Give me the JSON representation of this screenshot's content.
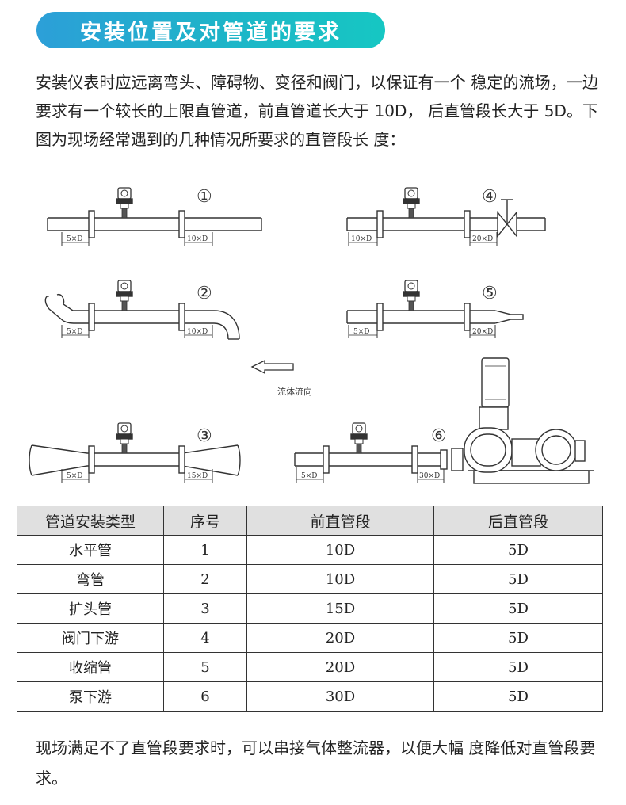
{
  "banner": {
    "title": "安装位置及对管道的要求"
  },
  "intro": {
    "text": "安装仪表时应远离弯头、障碍物、变径和阀门，以保证有一个 稳定的流场，一边要求有一个较长的上限直管道，前直管道长大于 10D， 后直管段长大于 5D。下图为现场经常遇到的几种情况所要求的直管段长 度："
  },
  "diagram": {
    "flow_label": "流体流向",
    "cases": [
      {
        "marker": "①",
        "left": "5×D",
        "right": "10×D"
      },
      {
        "marker": "②",
        "left": "5×D",
        "right": "10×D"
      },
      {
        "marker": "③",
        "left": "5×D",
        "right": "15×D"
      },
      {
        "marker": "④",
        "left": "10×D",
        "right": "20×D"
      },
      {
        "marker": "⑤",
        "left": "5×D",
        "right": "20×D"
      },
      {
        "marker": "⑥",
        "left": "5×D",
        "right": "30×D"
      }
    ]
  },
  "table": {
    "headers": [
      "管道安装类型",
      "序号",
      "前直管段",
      "后直管段"
    ],
    "rows": [
      [
        "水平管",
        "1",
        "10D",
        "5D"
      ],
      [
        "弯管",
        "2",
        "10D",
        "5D"
      ],
      [
        "扩头管",
        "3",
        "15D",
        "5D"
      ],
      [
        "阀门下游",
        "4",
        "20D",
        "5D"
      ],
      [
        "收缩管",
        "5",
        "20D",
        "5D"
      ],
      [
        "泵下游",
        "6",
        "30D",
        "5D"
      ]
    ]
  },
  "footer": {
    "text": "现场满足不了直管段要求时，可以串接气体整流器，以便大幅 度降低对直管段要求。"
  }
}
